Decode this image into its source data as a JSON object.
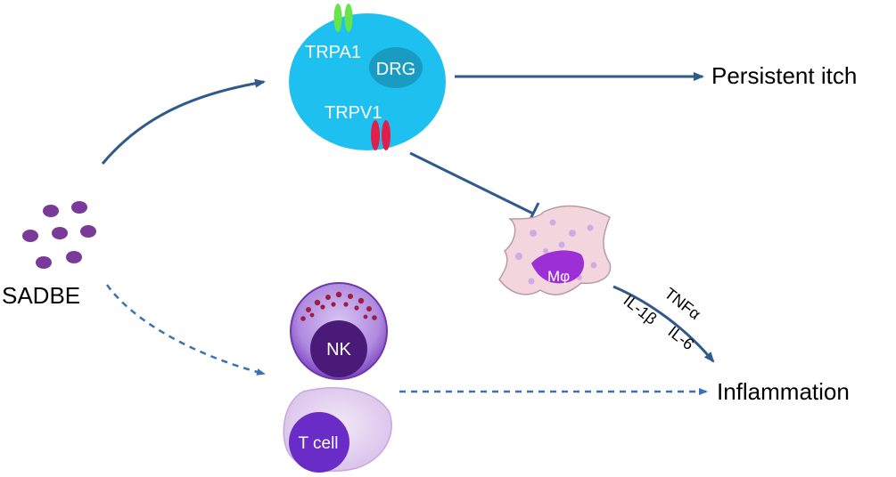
{
  "labels": {
    "trpa1": "TRPA1",
    "drg": "DRG",
    "trpv1": "TRPV1",
    "persistent_itch": "Persistent itch",
    "sadbe": "SADBE",
    "macrophage": "Mφ",
    "tnf": "TNFα",
    "il1b": "IL-1β",
    "il6": "IL-6",
    "nk": "NK",
    "t_cell": "T cell",
    "inflammation": "Inflammation"
  },
  "colors": {
    "arrow": "#2f5a8a",
    "dashed_arrow": "#3a72b4",
    "drg_cell": "#1ec0ef",
    "drg_nucleus": "#1a9bc2",
    "trpa1_channel": "#66e54a",
    "trpv1_channel": "#e21f4a",
    "sadbe_particle": "#7a3a9a",
    "macrophage_body": "#f3d6dd",
    "macrophage_nucleus": "#9c2fd6",
    "nk_cell": "#8b55c9",
    "nk_nucleus": "#4a1a78",
    "nk_granule": "#9a1f43",
    "t_cell": "#e3cff0",
    "t_nucleus": "#6a2cc6"
  }
}
